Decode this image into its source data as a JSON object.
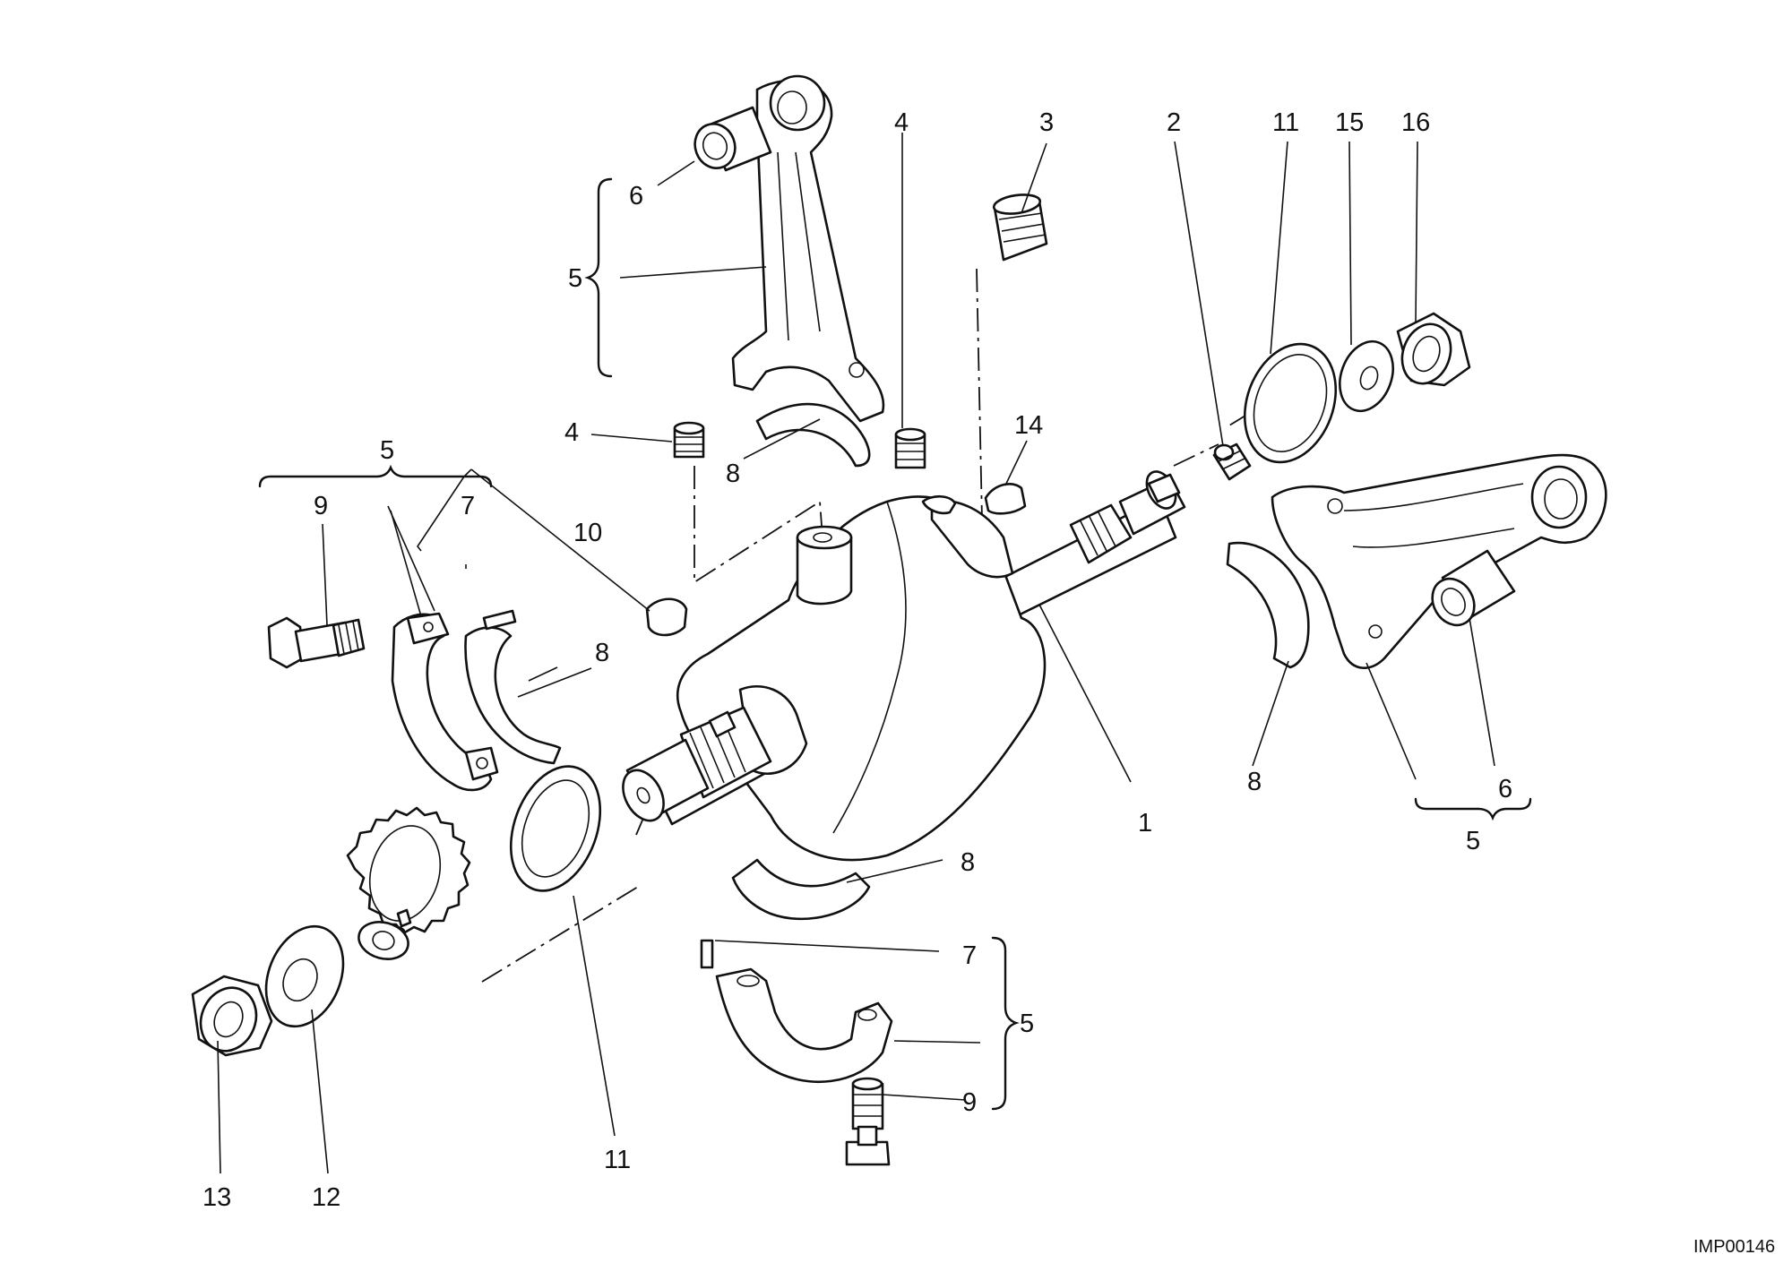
{
  "diagram": {
    "reference_code": "IMP00146",
    "callouts": [
      {
        "id": "c-6-top",
        "text": "6"
      },
      {
        "id": "c-5-top",
        "text": "5"
      },
      {
        "id": "c-4-top",
        "text": "4"
      },
      {
        "id": "c-3",
        "text": "3"
      },
      {
        "id": "c-2",
        "text": "2"
      },
      {
        "id": "c-11-top",
        "text": "11"
      },
      {
        "id": "c-15",
        "text": "15"
      },
      {
        "id": "c-16",
        "text": "16"
      },
      {
        "id": "c-4-left",
        "text": "4"
      },
      {
        "id": "c-8-top",
        "text": "8"
      },
      {
        "id": "c-14",
        "text": "14"
      },
      {
        "id": "c-5-left",
        "text": "5"
      },
      {
        "id": "c-9-left",
        "text": "9"
      },
      {
        "id": "c-7-left",
        "text": "7"
      },
      {
        "id": "c-10",
        "text": "10"
      },
      {
        "id": "c-8-left",
        "text": "8"
      },
      {
        "id": "c-1",
        "text": "1"
      },
      {
        "id": "c-8-right",
        "text": "8"
      },
      {
        "id": "c-6-right",
        "text": "6"
      },
      {
        "id": "c-5-right",
        "text": "5"
      },
      {
        "id": "c-8-bottom",
        "text": "8"
      },
      {
        "id": "c-7-bottom",
        "text": "7"
      },
      {
        "id": "c-5-bottom",
        "text": "5"
      },
      {
        "id": "c-9-bottom",
        "text": "9"
      },
      {
        "id": "c-11-bottom",
        "text": "11"
      },
      {
        "id": "c-13",
        "text": "13"
      },
      {
        "id": "c-12",
        "text": "12"
      }
    ]
  }
}
